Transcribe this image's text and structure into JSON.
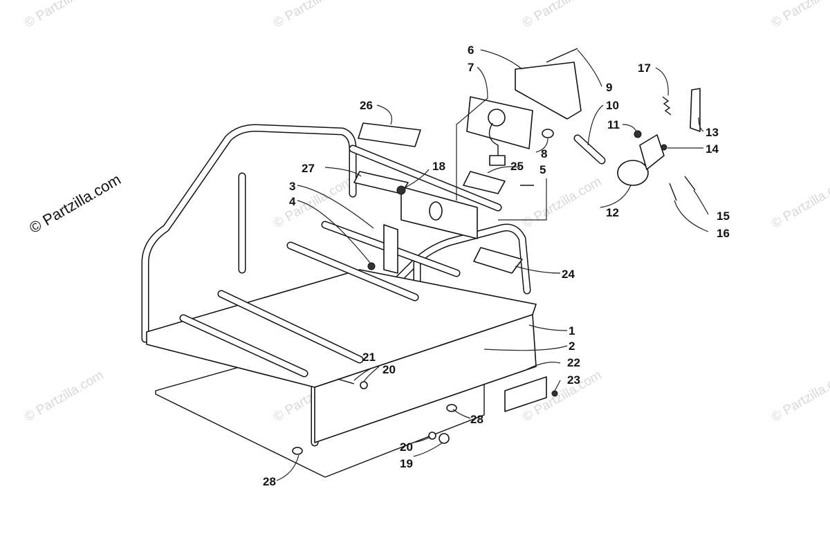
{
  "watermark": {
    "main_text": "© Partzilla.com",
    "repeat_text": "© Partzilla.com"
  },
  "callouts": [
    {
      "id": "c1",
      "label": "1"
    },
    {
      "id": "c2",
      "label": "2"
    },
    {
      "id": "c3",
      "label": "3"
    },
    {
      "id": "c4",
      "label": "4"
    },
    {
      "id": "c5",
      "label": "5"
    },
    {
      "id": "c6",
      "label": "6"
    },
    {
      "id": "c7",
      "label": "7"
    },
    {
      "id": "c8",
      "label": "8"
    },
    {
      "id": "c9",
      "label": "9"
    },
    {
      "id": "c10",
      "label": "10"
    },
    {
      "id": "c11",
      "label": "11"
    },
    {
      "id": "c12",
      "label": "12"
    },
    {
      "id": "c13",
      "label": "13"
    },
    {
      "id": "c14",
      "label": "14"
    },
    {
      "id": "c15",
      "label": "15"
    },
    {
      "id": "c16",
      "label": "16"
    },
    {
      "id": "c17",
      "label": "17"
    },
    {
      "id": "c18",
      "label": "18"
    },
    {
      "id": "c19",
      "label": "19"
    },
    {
      "id": "c20a",
      "label": "20"
    },
    {
      "id": "c20b",
      "label": "20"
    },
    {
      "id": "c21",
      "label": "21"
    },
    {
      "id": "c22",
      "label": "22"
    },
    {
      "id": "c23",
      "label": "23"
    },
    {
      "id": "c24",
      "label": "24"
    },
    {
      "id": "c25",
      "label": "25"
    },
    {
      "id": "c26",
      "label": "26"
    },
    {
      "id": "c27",
      "label": "27"
    },
    {
      "id": "c28a",
      "label": "28"
    },
    {
      "id": "c28b",
      "label": "28"
    }
  ],
  "colors": {
    "line": "#111111",
    "watermark": "#d8d8d8",
    "background": "#ffffff"
  }
}
